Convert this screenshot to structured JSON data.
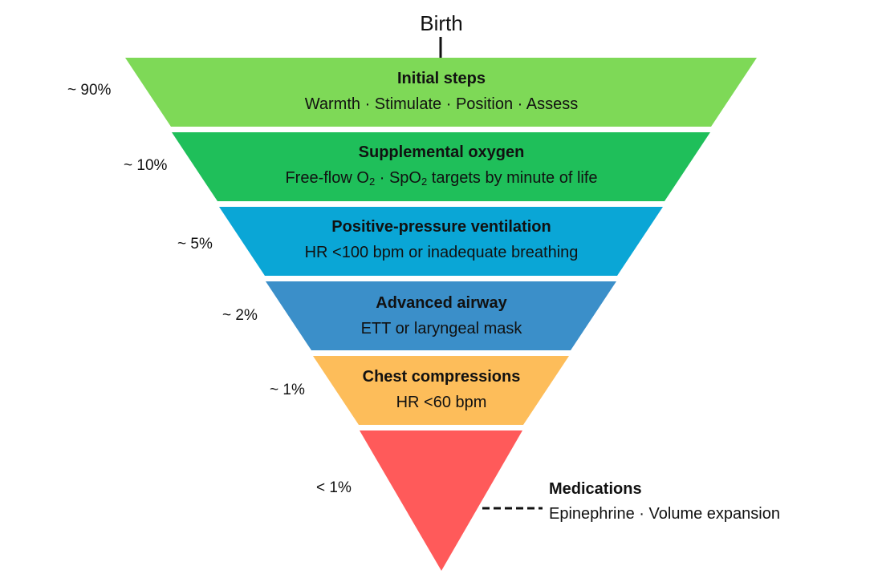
{
  "diagram": {
    "top_label": "Birth",
    "tiers": [
      {
        "title": "Initial steps",
        "subtitle": "Warmth · Stimulate · Position · Assess",
        "percent": "~ 90%",
        "color": "#7ed957"
      },
      {
        "title": "Supplemental oxygen",
        "subtitle_parts": [
          "Free-flow O",
          "2",
          " · SpO",
          "2",
          " targets by minute of life"
        ],
        "percent": "~ 10%",
        "color": "#1fbf5a"
      },
      {
        "title": "Positive-pressure ventilation",
        "subtitle": "HR <100 bpm or inadequate breathing",
        "percent": "~ 5%",
        "color": "#0aa6d6"
      },
      {
        "title": "Advanced airway",
        "subtitle": "ETT or laryngeal mask",
        "percent": "~ 2%",
        "color": "#3b8fc9"
      },
      {
        "title": "Chest compressions",
        "subtitle": "HR <60 bpm",
        "percent": "~ 1%",
        "color": "#fdbd5a"
      },
      {
        "title": "Medications",
        "subtitle": "Epinephrine · Volume expansion",
        "percent": "< 1%",
        "color": "#ff5a5a"
      }
    ]
  }
}
